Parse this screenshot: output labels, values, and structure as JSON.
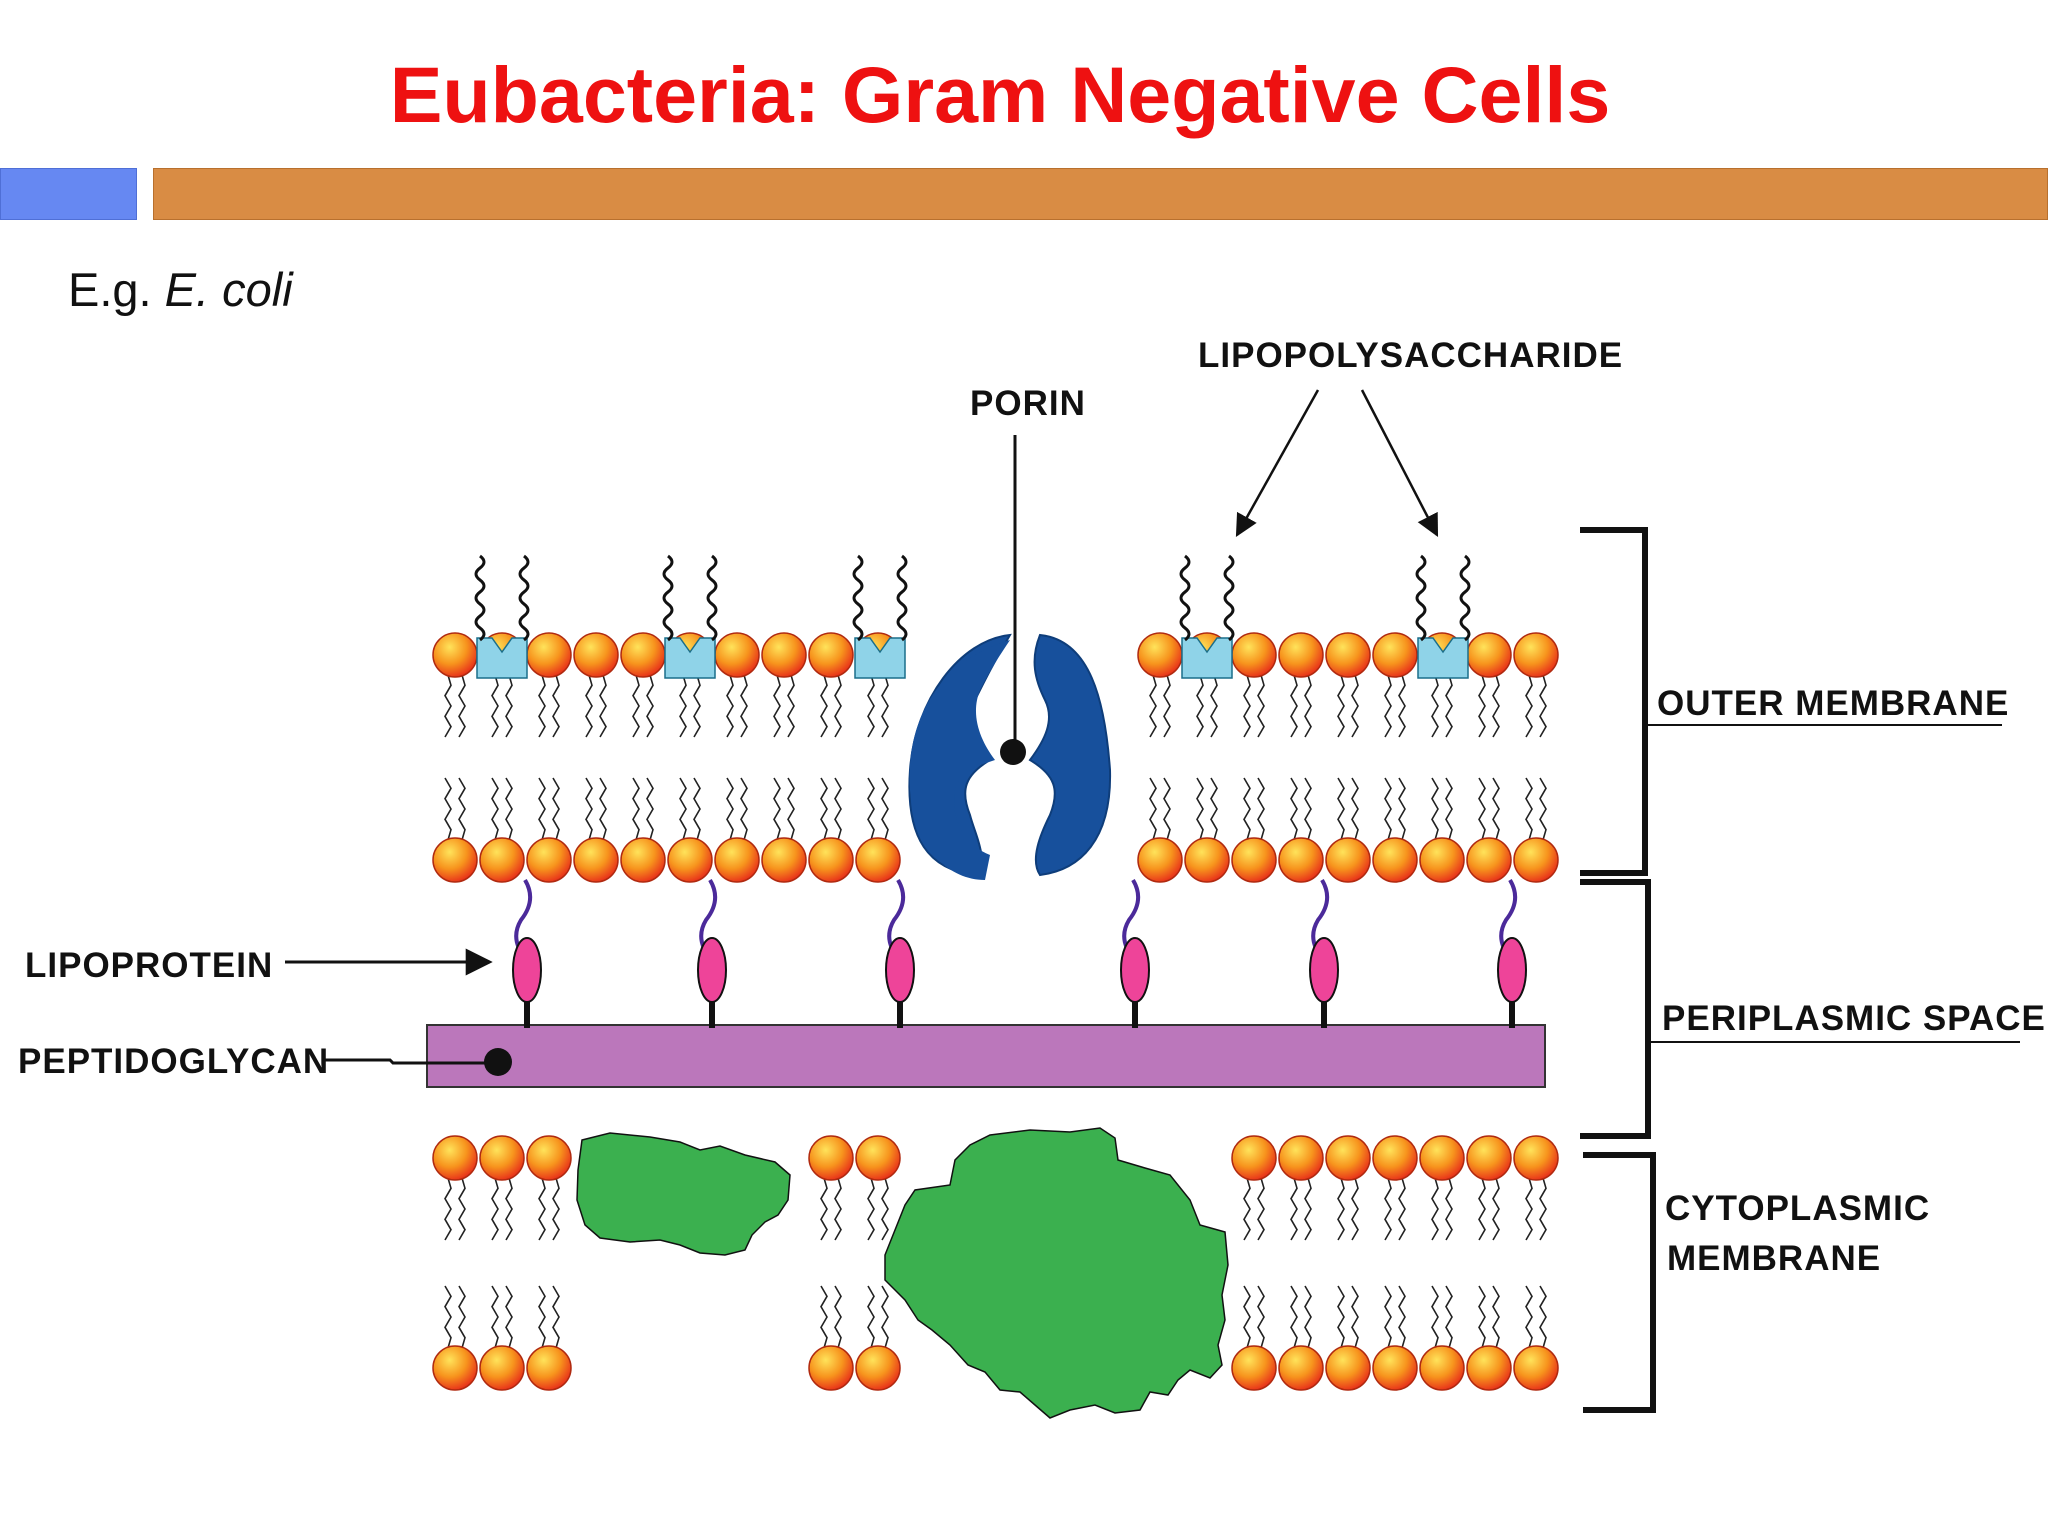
{
  "slide": {
    "title": "Eubacteria: Gram Negative Cells",
    "example_prefix": "E.g. ",
    "example_organism": "E. coli"
  },
  "diagram": {
    "labels": {
      "lipopolysaccharide": "LIPOPOLYSACCHARIDE",
      "porin": "PORIN",
      "outer_membrane": "OUTER MEMBRANE",
      "lipoprotein": "LIPOPROTEIN",
      "peptidoglycan": "PEPTIDOGLYCAN",
      "periplasmic_space": "PERIPLASMIC SPACE",
      "cytoplasmic_membrane_line1": "CYTOPLASMIC",
      "cytoplasmic_membrane_line2": "MEMBRANE"
    },
    "colors": {
      "title": "#ee1111",
      "accent_blue": "#6688f2",
      "accent_orange": "#d98c44",
      "phospholipid_head": "#f7941d",
      "lps_core": "#8fd3e8",
      "porin": "#17509c",
      "lipoprotein": "#ee4499",
      "lipoprotein_anchor": "#4b2a9a",
      "peptidoglycan": "#bb77bb",
      "membrane_protein": "#3bb04f"
    },
    "icons": [
      "phospholipid-icon",
      "porin-icon",
      "lps-icon",
      "lipoprotein-icon",
      "membrane-protein-icon"
    ]
  }
}
